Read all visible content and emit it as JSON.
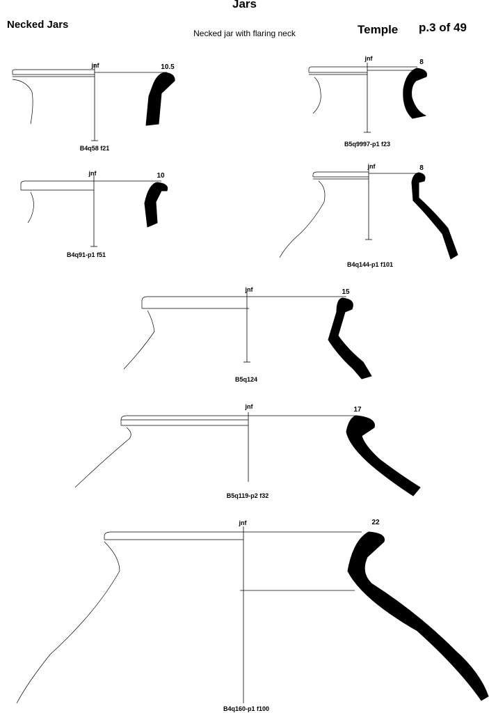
{
  "header": {
    "title": "Jars",
    "section": "Necked Jars",
    "subtitle": "Necked jar with flaring neck",
    "site": "Temple",
    "page": "p.3 of 49"
  },
  "sherds": [
    {
      "label": "B4q58 f21",
      "axis_label": "jnf",
      "diameter": "10.5"
    },
    {
      "label": "B5q9997-p1 f23",
      "axis_label": "jnf",
      "diameter": "8"
    },
    {
      "label": "B4q91-p1 f51",
      "axis_label": "jnf",
      "diameter": "10"
    },
    {
      "label": "B4q144-p1 f101",
      "axis_label": "jnf",
      "diameter": "8"
    },
    {
      "label": "B5q124",
      "axis_label": "jnf",
      "diameter": "15"
    },
    {
      "label": "B5q119-p2 f32",
      "axis_label": "jnf",
      "diameter": "17"
    },
    {
      "label": "B4q160-p1 f100",
      "axis_label": "jnf",
      "diameter": "22"
    }
  ]
}
